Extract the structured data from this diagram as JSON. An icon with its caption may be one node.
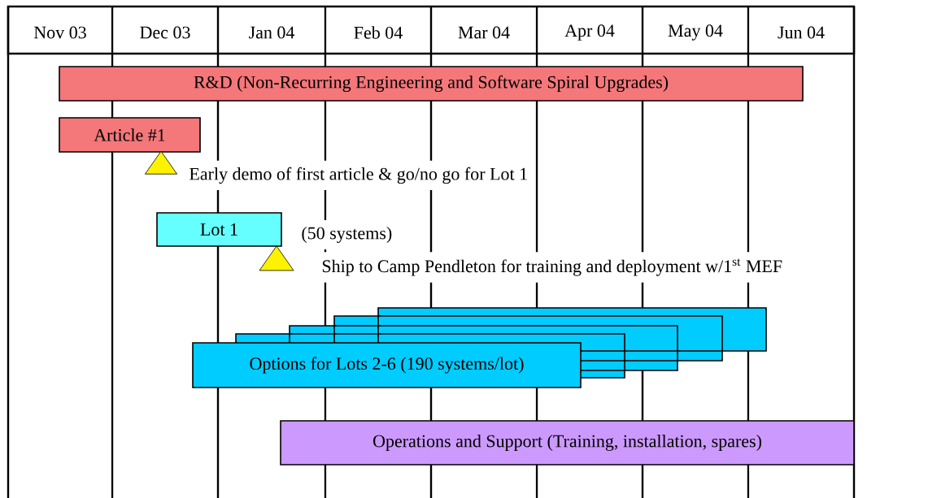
{
  "diagram": {
    "nodes": [
      {
        "text": [
          "R&D (Non-Recurring Engineering and Software Spiral Upgrades)"
        ]
      },
      {
        "text": [
          "Article #1"
        ]
      },
      {
        "text": [],
        "shape": "triangle",
        "beside": [
          "Early demo of first article & go/no go for Lot 1"
        ]
      },
      {
        "text": [
          "Lot 1"
        ]
      },
      {
        "text": [],
        "shape": "triangle",
        "beside": [
          "Ship to Camp Pendleton for training and deployment w/1$^{st}$ MEF"
        ]
      },
      {
        "text": [
          "Options for Lots 2-6 (190 systems/lot)"
        ]
      },
      {
        "text": [
          "Operations and Support (Training, installation, spares)"
        ]
      }
    ],
    "labels": [
      "Nov 03",
      "Dec 03",
      "Jan 04",
      "Feb 04",
      "Mar 04",
      "Apr 04",
      "May 04",
      "Jun 04",
      "(50 systems)"
    ]
  }
}
